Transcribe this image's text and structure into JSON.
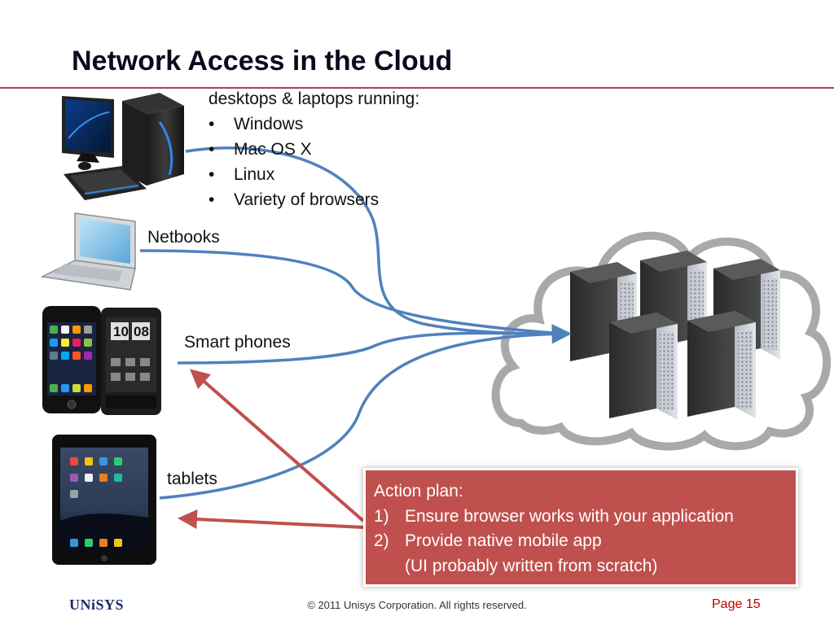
{
  "title": "Network Access in the Cloud",
  "desktops": {
    "heading": "desktops & laptops running:",
    "bullet_glyph": "•",
    "items": [
      "Windows",
      "Mac OS X",
      "Linux",
      "Variety of browsers"
    ]
  },
  "labels": {
    "netbooks": "Netbooks",
    "smart_phones": "Smart phones",
    "tablets": "tablets"
  },
  "phone_clock": "10 08",
  "action_plan": {
    "heading": "Action plan:",
    "steps": [
      {
        "num": "1)",
        "text": "Ensure browser works with your application"
      },
      {
        "num": "2)",
        "text": "Provide native mobile app"
      },
      {
        "num": "",
        "text": "(UI probably written from scratch)"
      }
    ]
  },
  "footer": {
    "logo": "UNiSYS",
    "copyright": "© 2011 Unisys Corporation. All rights reserved.",
    "page": "Page 15"
  },
  "colors": {
    "title_rule": "#a8455a",
    "blue_connector": "#4f81bd",
    "red_arrow": "#c0504d",
    "action_box": "#c0504d",
    "page_number": "#c00000",
    "logo": "#1f2a6b"
  },
  "icons": [
    "desktop-computer-icon",
    "laptop-icon",
    "smartphone-icon",
    "tablet-icon",
    "cloud-servers-icon"
  ]
}
